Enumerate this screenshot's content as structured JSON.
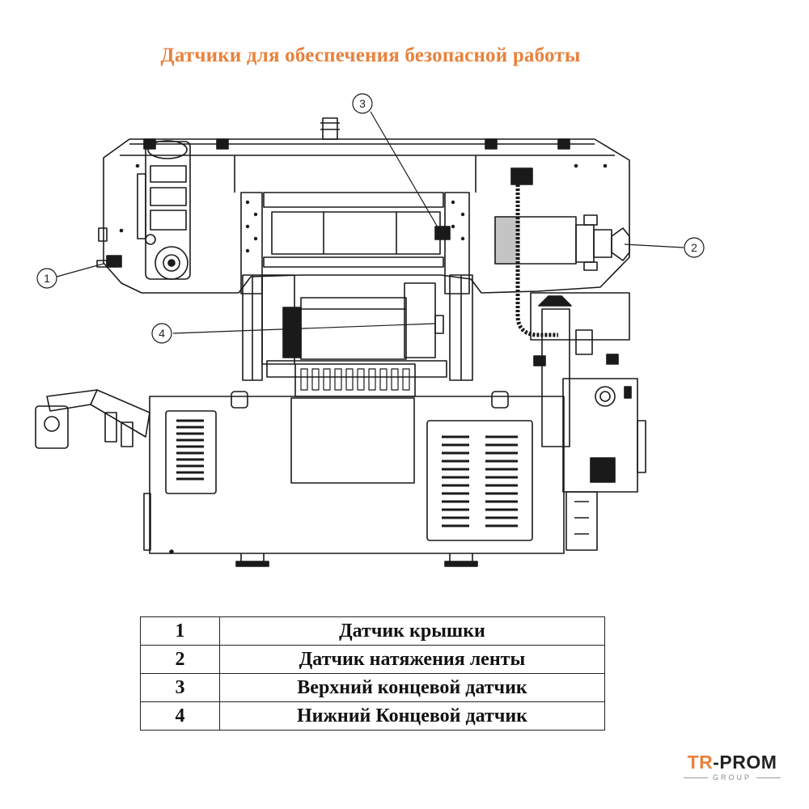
{
  "title": "Датчики для обеспечения безопасной работы",
  "callouts": [
    {
      "label": "1"
    },
    {
      "label": "2"
    },
    {
      "label": "3"
    },
    {
      "label": "4"
    }
  ],
  "legend": [
    {
      "num": "1",
      "text": "Датчик крышки"
    },
    {
      "num": "2",
      "text": "Датчик натяжения ленты"
    },
    {
      "num": "3",
      "text": "Верхний концевой датчик"
    },
    {
      "num": "4",
      "text": "Нижний Концевой датчик"
    }
  ],
  "logo": {
    "prefix": "TR",
    "main": "-PROM",
    "sub": "GROUP"
  },
  "colors": {
    "accent": "#e8823d",
    "line": "#1a1a1a"
  }
}
